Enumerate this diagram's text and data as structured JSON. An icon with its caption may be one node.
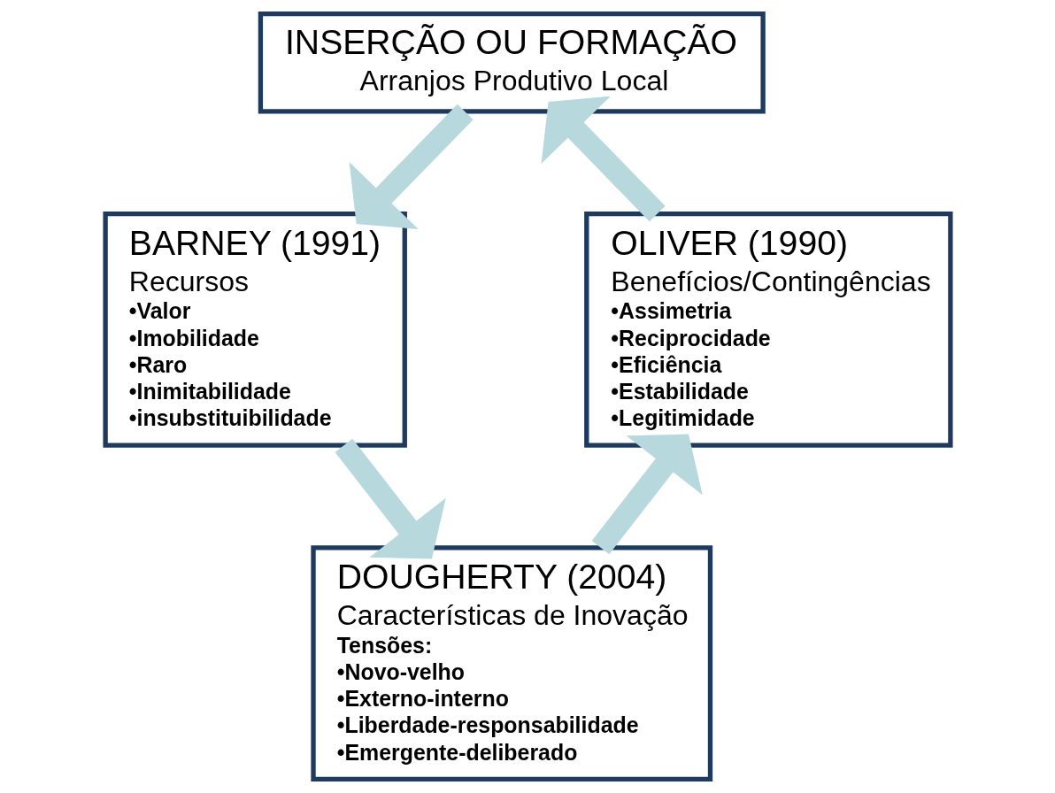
{
  "diagram": {
    "nodes": [
      {
        "text": [
          "INSERÇÃO OU FORMAÇÃO",
          "Arranjos Produtivo Local"
        ]
      },
      {
        "text": [
          "BARNEY (1991)",
          "Recursos",
          "•Valor",
          "•Imobilidade",
          "•Raro",
          "•Inimitabilidade",
          "•insubstituibilidade"
        ]
      },
      {
        "text": [
          "OLIVER (1990)",
          "Benefícios/Contingências",
          "•Assimetria",
          "•Reciprocidade",
          "•Eficiência",
          "•Estabilidade",
          "•Legitimidade"
        ]
      },
      {
        "text": [
          "DOUGHERTY (2004)",
          "Características de Inovação",
          "Tensões:",
          "•Novo-velho",
          "•Externo-interno",
          "•Liberdade-responsabilidade",
          "•Emergente-deliberado"
        ]
      }
    ],
    "edges": [
      {
        "from": 0,
        "to": 1,
        "arrow": "to"
      },
      {
        "from": 1,
        "to": 3,
        "arrow": "to"
      },
      {
        "from": 3,
        "to": 2,
        "arrow": "to"
      },
      {
        "from": 2,
        "to": 0,
        "arrow": "to"
      }
    ]
  }
}
